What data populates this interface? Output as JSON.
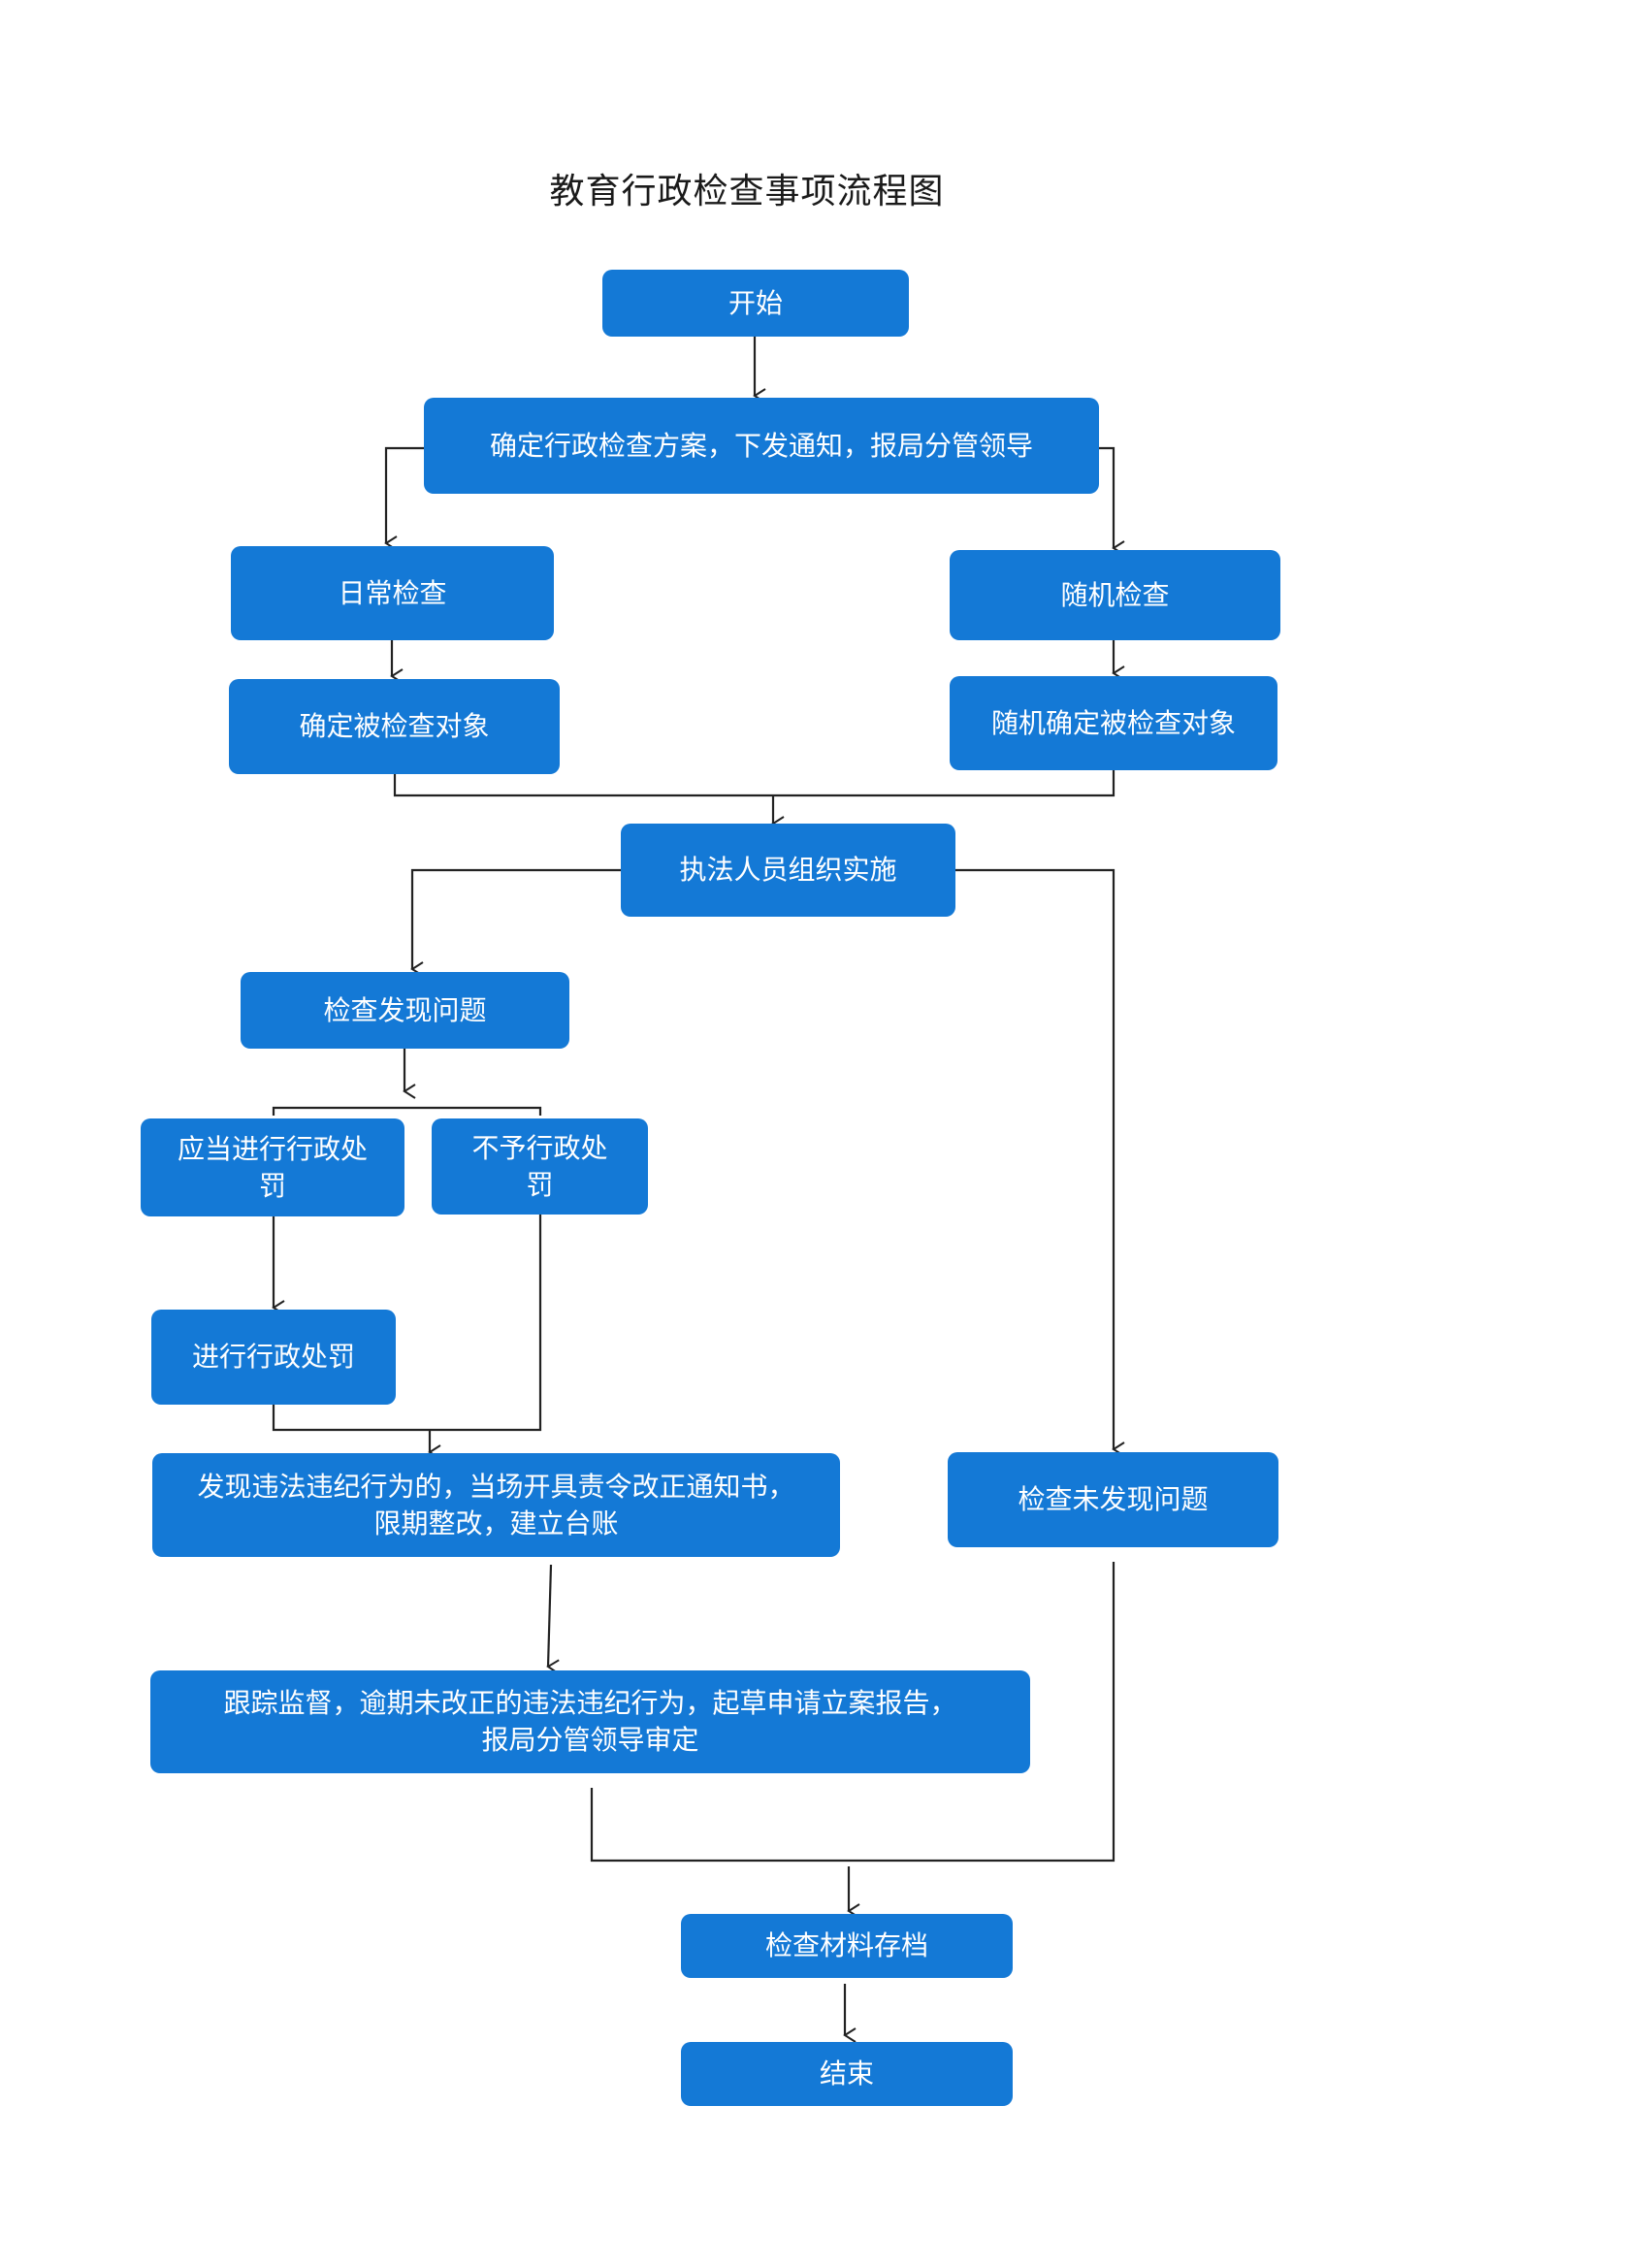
{
  "title": "教育行政检查事项流程图",
  "nodes": {
    "start": "开始",
    "plan": "确定行政检查方案，下发通知，报局分管领导",
    "daily_check": "日常检查",
    "random_check": "随机检查",
    "daily_target": "确定被检查对象",
    "random_target": "随机确定被检查对象",
    "implement": "执法人员组织实施",
    "found_problem": "检查发现问题",
    "should_punish": "应当进行行政处\n罚",
    "no_punish": "不予行政处\n罚",
    "do_punish": "进行行政处罚",
    "rectify": "发现违法违纪行为的，当场开具责令改正通知书，\n限期整改，建立台账",
    "no_problem": "检查未发现问题",
    "follow_up": "跟踪监督，逾期未改正的违法违纪行为，起草申请立案报告，\n报局分管领导审定",
    "archive": "检查材料存档",
    "end": "结束"
  },
  "colors": {
    "box_fill": "#1479d6",
    "box_text": "#ffffff",
    "line": "#222222"
  }
}
